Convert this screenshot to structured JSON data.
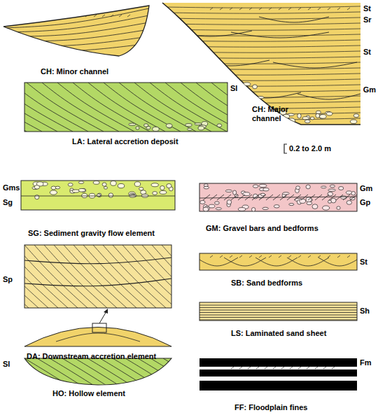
{
  "diagram": {
    "labels": [
      "CH: Minor channel",
      "St",
      "Sr",
      "St",
      "Gm",
      "CH: Major channel",
      "Sl",
      "LA: Lateral accretion deposit",
      "0.2 to 2.0 m",
      "Gms",
      "Sg",
      "SG: Sediment gravity flow element",
      "Gm",
      "Gp",
      "GM: Gravel bars and bedforms",
      "Sp",
      "St",
      "SB: Sand bedforms",
      "DA: Downstream accretion element",
      "Sh",
      "LS: Laminated sand sheet",
      "Sl",
      "HO: Hollow element",
      "Fm",
      "FF: Floodplain fines"
    ]
  }
}
